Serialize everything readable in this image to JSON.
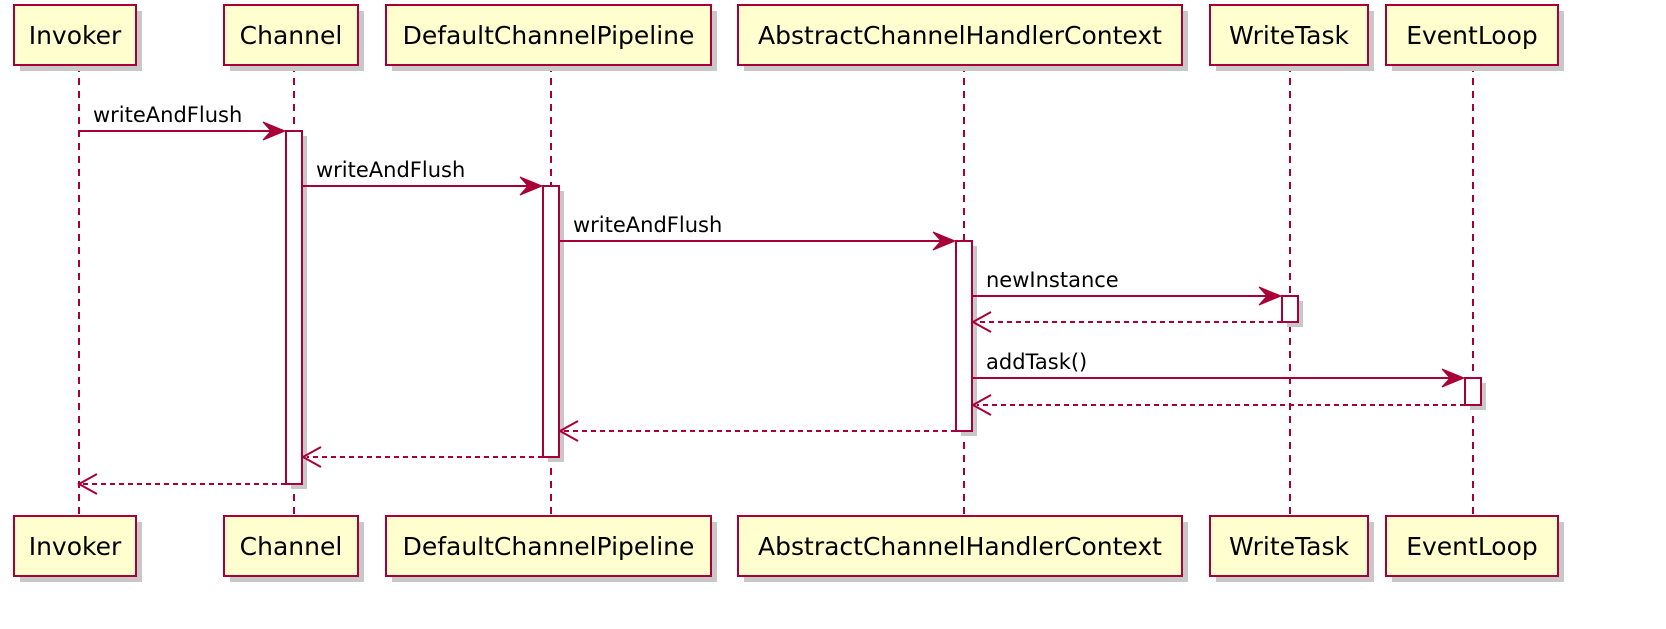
{
  "participants": [
    {
      "id": "invoker",
      "label": "Invoker"
    },
    {
      "id": "channel",
      "label": "Channel"
    },
    {
      "id": "pipeline",
      "label": "DefaultChannelPipeline"
    },
    {
      "id": "context",
      "label": "AbstractChannelHandlerContext"
    },
    {
      "id": "writetask",
      "label": "WriteTask"
    },
    {
      "id": "eventloop",
      "label": "EventLoop"
    }
  ],
  "messages": [
    {
      "from": "invoker",
      "to": "channel",
      "label": "writeAndFlush",
      "kind": "call"
    },
    {
      "from": "channel",
      "to": "pipeline",
      "label": "writeAndFlush",
      "kind": "call"
    },
    {
      "from": "pipeline",
      "to": "context",
      "label": "writeAndFlush",
      "kind": "call"
    },
    {
      "from": "context",
      "to": "writetask",
      "label": "newInstance",
      "kind": "call"
    },
    {
      "from": "writetask",
      "to": "context",
      "label": "",
      "kind": "return"
    },
    {
      "from": "context",
      "to": "eventloop",
      "label": "addTask()",
      "kind": "call"
    },
    {
      "from": "eventloop",
      "to": "context",
      "label": "",
      "kind": "return"
    },
    {
      "from": "context",
      "to": "pipeline",
      "label": "",
      "kind": "return"
    },
    {
      "from": "pipeline",
      "to": "channel",
      "label": "",
      "kind": "return"
    },
    {
      "from": "channel",
      "to": "invoker",
      "label": "",
      "kind": "return"
    }
  ],
  "colors": {
    "box_fill": "#fefece",
    "border": "#a80036",
    "arrow": "#a80036",
    "activation_fill": "#ffffff",
    "shadow": "#c8c8c8",
    "text": "#000000"
  }
}
